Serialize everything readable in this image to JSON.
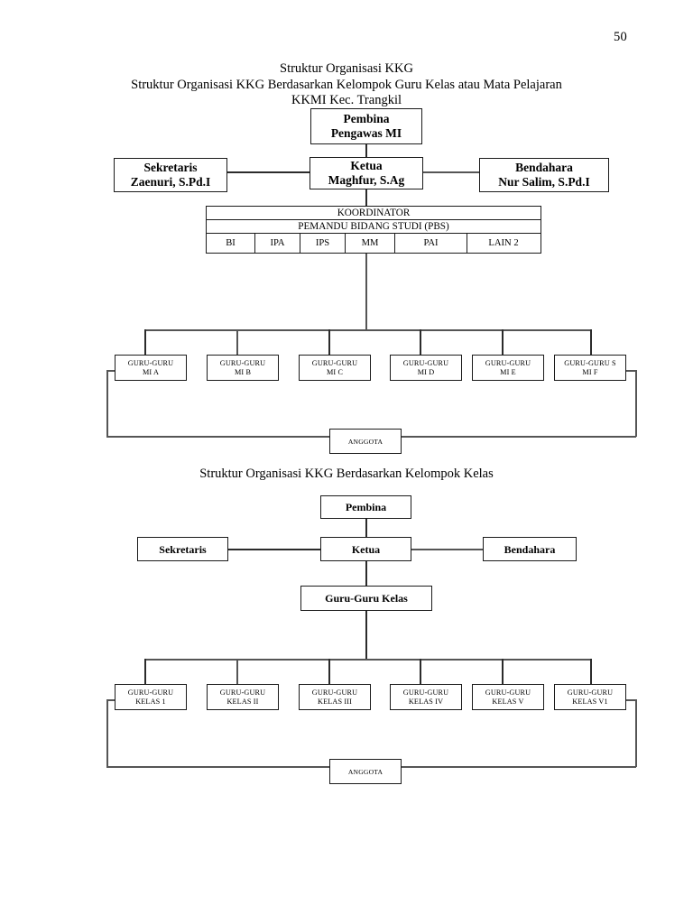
{
  "document": {
    "page_number": "50",
    "title_lines": [
      "Struktur Organisasi KKG",
      "Struktur Organisasi KKG Berdasarkan Kelompok Guru Kelas  atau Mata Pelajaran",
      "KKMI Kec. Trangkil"
    ],
    "section_two_title": "Struktur Organisasi KKG Berdasarkan Kelompok Kelas"
  },
  "chart_one": {
    "pembina": {
      "line1": "Pembina",
      "line2": "Pengawas MI"
    },
    "ketua": {
      "line1": "Ketua",
      "line2": "Maghfur, S.Ag"
    },
    "sekretaris": {
      "line1": "Sekretaris",
      "line2": "Zaenuri, S.Pd.I"
    },
    "bendahara": {
      "line1": "Bendahara",
      "line2": "Nur Salim, S.Pd.I"
    },
    "coordinator": {
      "row1": "KOORDINATOR",
      "row2": "PEMANDU BIDANG STUDI (PBS)",
      "subjects": [
        "BI",
        "IPA",
        "IPS",
        "MM",
        "PAI",
        "LAIN 2"
      ]
    },
    "teacher_groups": [
      {
        "line1": "GURU-GURU",
        "line2": "MI A"
      },
      {
        "line1": "GURU-GURU",
        "line2": "MI  B"
      },
      {
        "line1": "GURU-GURU",
        "line2": "MI  C"
      },
      {
        "line1": "GURU-GURU",
        "line2": "MI  D"
      },
      {
        "line1": "GURU-GURU",
        "line2": "MI  E"
      },
      {
        "line1": "GURU-GURU S",
        "line2": "MI F"
      }
    ],
    "anggota": "ANGGOTA"
  },
  "chart_two": {
    "pembina": {
      "line1": "Pembina",
      "line2": ""
    },
    "ketua": {
      "line1": "Ketua",
      "line2": ""
    },
    "sekretaris": {
      "line1": "Sekretaris",
      "line2": ""
    },
    "bendahara": {
      "line1": "Bendahara",
      "line2": ""
    },
    "guru_guru_kelas": "Guru-Guru Kelas",
    "class_groups": [
      {
        "line1": "GURU-GURU",
        "line2": "KELAS 1"
      },
      {
        "line1": "GURU-GURU",
        "line2": "KELAS II"
      },
      {
        "line1": "GURU-GURU",
        "line2": "KELAS III"
      },
      {
        "line1": "GURU-GURU",
        "line2": "KELAS IV"
      },
      {
        "line1": "GURU-GURU",
        "line2": "KELAS V"
      },
      {
        "line1": "GURU-GURU",
        "line2": "KELAS V1"
      }
    ],
    "anggota": "ANGGOTA"
  },
  "colors": {
    "ink": "#000000",
    "line": "#2b2b2b",
    "paper": "#ffffff"
  }
}
